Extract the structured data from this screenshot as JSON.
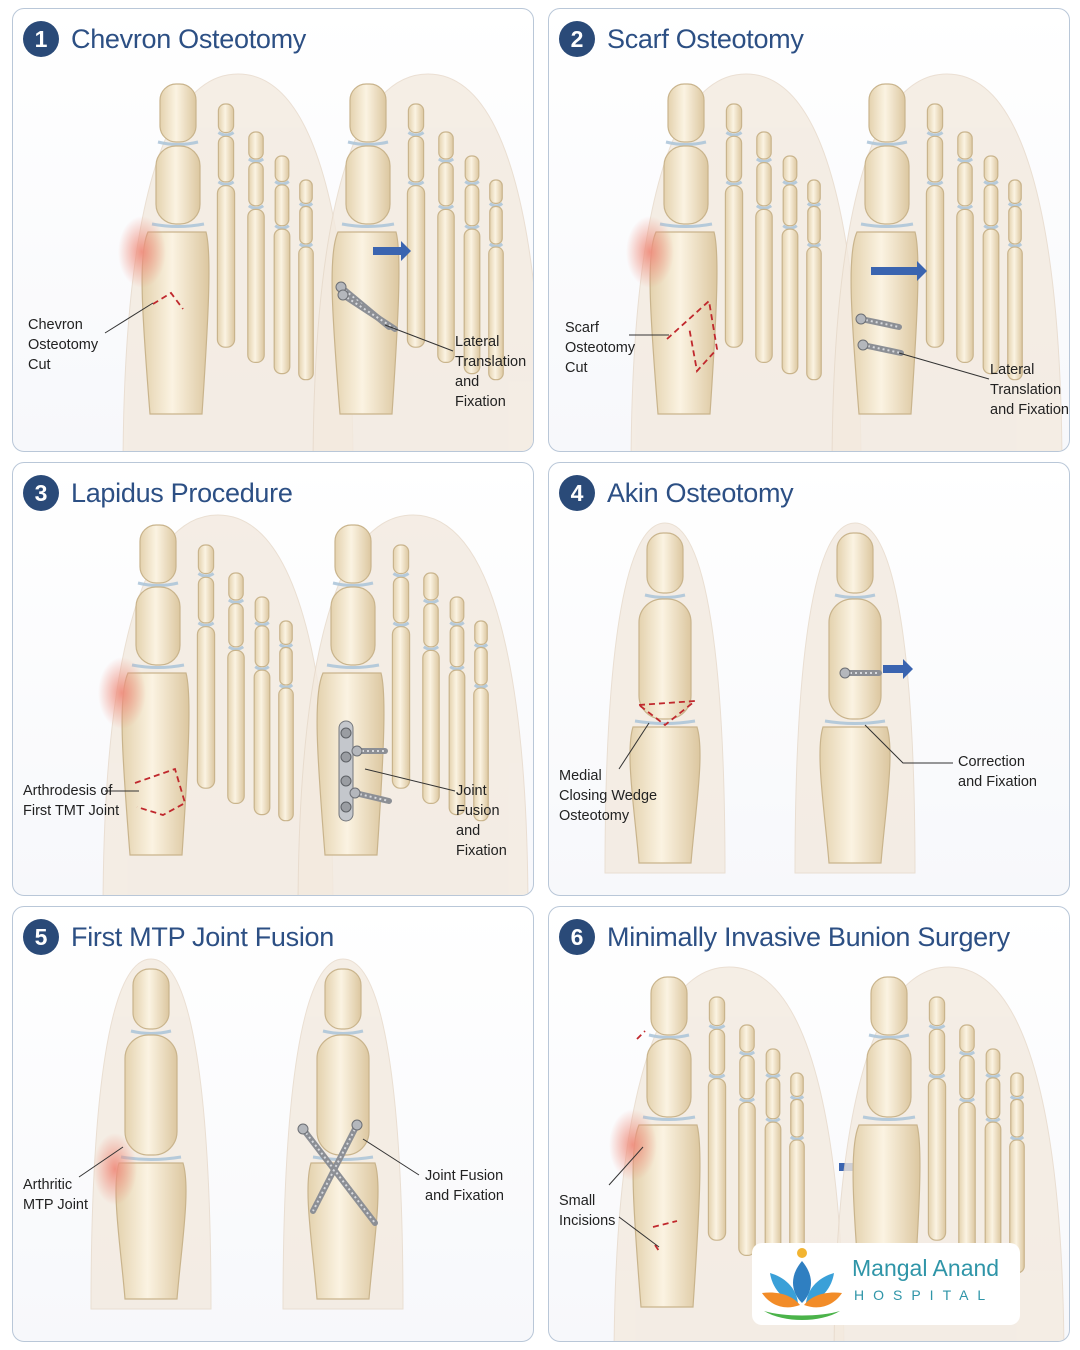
{
  "panels": [
    {
      "number": "1",
      "title": "Chevron Osteotomy",
      "labels": {
        "left": "Chevron\nOsteotomy\nCut",
        "right": "Lateral\nTranslation\nand Fixation"
      }
    },
    {
      "number": "2",
      "title": "Scarf Osteotomy",
      "labels": {
        "left": "Scarf\nOsteotomy\nCut",
        "right": "Lateral\nTranslation\nand Fixation"
      }
    },
    {
      "number": "3",
      "title": "Lapidus Procedure",
      "labels": {
        "left": "Arthrodesis of\nFirst TMT Joint",
        "right": "Joint Fusion\nand Fixation"
      }
    },
    {
      "number": "4",
      "title": "Akin Osteotomy",
      "labels": {
        "left": "Medial\nClosing Wedge\nOsteotomy",
        "right": "Correction\nand Fixation"
      }
    },
    {
      "number": "5",
      "title": "First MTP Joint Fusion",
      "labels": {
        "left": "Arthritic\nMTP Joint",
        "right": "Joint Fusion\nand Fixation"
      }
    },
    {
      "number": "6",
      "title": "Minimally Invasive Bunion Surgery",
      "labels": {
        "left": "Small\nIncisions"
      }
    }
  ],
  "logo": {
    "name": "Mangal Anand",
    "subtitle": "HOSPITAL",
    "icon": "lotus-icon"
  },
  "colors": {
    "title": "#2c4f84",
    "badge": "#2a4a78",
    "arrow": "#3a64b0",
    "bone": "#efe2c4",
    "inflamed": "#ef8f7f",
    "cut": "#c0282d"
  }
}
